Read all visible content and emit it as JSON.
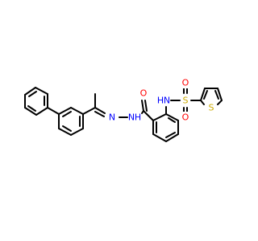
{
  "molecule": {
    "atoms": {
      "N_amide": {
        "text": "N",
        "color": "#0000ff"
      },
      "H_amide": {
        "text": "H",
        "color": "#0000ff"
      },
      "N_imine": {
        "text": "N",
        "color": "#0000ff"
      },
      "O_carbonyl": {
        "text": "O",
        "color": "#ff0000"
      },
      "N_sulfonamide": {
        "text": "N",
        "color": "#0000ff"
      },
      "H_sulfonamide": {
        "text": "H",
        "color": "#0000ff"
      },
      "S_sulfonyl": {
        "text": "S",
        "color": "#ccaa00"
      },
      "O_sulfonyl_top": {
        "text": "O",
        "color": "#ff0000"
      },
      "O_sulfonyl_bottom": {
        "text": "O",
        "color": "#ff0000"
      },
      "S_thiophene": {
        "text": "S",
        "color": "#ccaa00"
      }
    },
    "bond_color": "#000000"
  }
}
